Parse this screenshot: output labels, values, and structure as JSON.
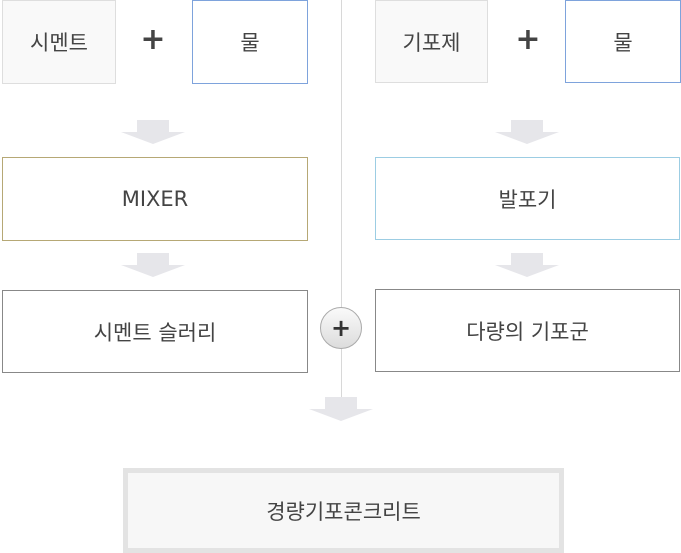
{
  "left": {
    "input1": "시멘트",
    "operator": "+",
    "input2": "물",
    "process": "MIXER",
    "result": "시멘트 슬러리"
  },
  "right": {
    "input1": "기포제",
    "operator": "+",
    "input2": "물",
    "process": "발포기",
    "result": "다량의 기포군"
  },
  "combine_operator": "+",
  "final_product": "경량기포콘크리트"
}
